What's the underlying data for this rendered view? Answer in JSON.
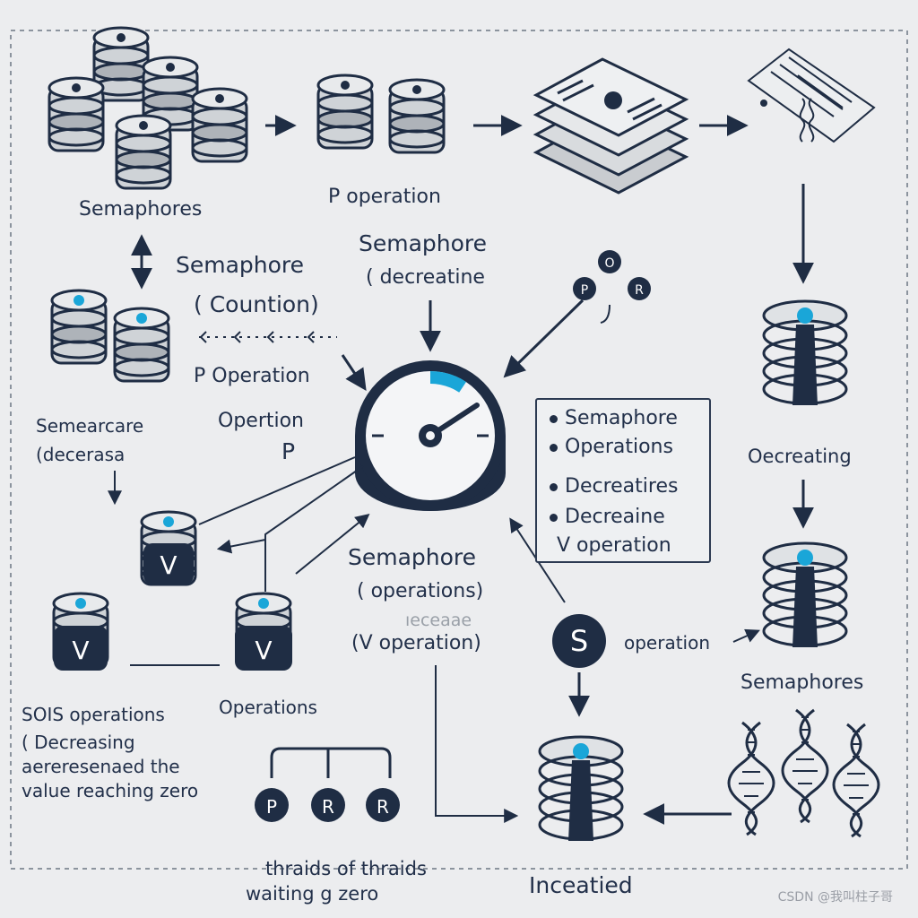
{
  "labels": {
    "semaphores_top": "Semaphores",
    "p_operation_top": "P operation",
    "semaphore_center_top": "Semaphore",
    "decreasing_center": "( decreatine",
    "semaphore_left": "Semaphore",
    "counting_left": "( Countion)",
    "p_operation_left": "P Operation",
    "operation_left": "Opertion",
    "p_letter": "P",
    "semearcare": "Semearcare",
    "decerase_left": "(decerasa",
    "semaphore_bottom_center": "Semaphore",
    "operations_bottom_center": "( operations)",
    "faint_increase": "ıeceaae",
    "v_operation_center": "(V operation)",
    "operations_lower": "Operations",
    "sois_operations": "SOIS operations",
    "decreasing_lower": "( Decreasing",
    "garbled_line": "aereresenaed the",
    "value_reaching_zero": "value reaching zero",
    "threads_line1": "thraids of thraids",
    "threads_line2": "waiting    g zero",
    "inceatied": "Inceatied",
    "decreating_right": "Oecreating",
    "semaphores_right": "Semaphores",
    "operation_right": "operation"
  },
  "legend": {
    "items": [
      "Semaphore",
      "Operations",
      "Decreatires",
      "Decreaine",
      "V operation"
    ]
  },
  "badges": {
    "v_letter": "V",
    "s_letter": "S",
    "p_letter": "P",
    "r_letter": "R",
    "small_o": "O"
  },
  "watermark": "CSDN @我叫柱子哥",
  "colors": {
    "ink": "#1f2d44",
    "accent": "#1aa6d8",
    "disk": "#d9dcdf",
    "background": "#ecedef"
  }
}
